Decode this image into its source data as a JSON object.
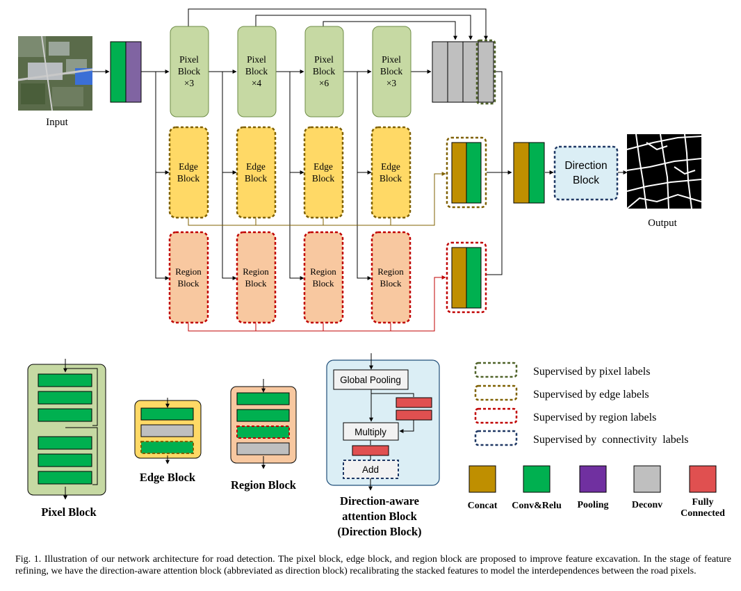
{
  "colors": {
    "pixel_block": "#c6d9a3",
    "edge_block": "#ffd966",
    "region_block": "#f8c8a0",
    "direction_block": "#dbeef5",
    "concat": "#bf8f00",
    "conv_relu": "#00b050",
    "pooling": "#7030a0",
    "deconv": "#bfbfbf",
    "fully_connected": "#e05050",
    "pixel_border": "#4f6228",
    "edge_border": "#7f6000",
    "region_border": "#c00000",
    "direction_border": "#1f3864"
  },
  "input": {
    "label": "Input"
  },
  "output": {
    "label": "Output"
  },
  "main_pixel_blocks": [
    {
      "name": "Pixel",
      "line2": "Block",
      "mult": "×3"
    },
    {
      "name": "Pixel",
      "line2": "Block",
      "mult": "×4"
    },
    {
      "name": "Pixel",
      "line2": "Block",
      "mult": "×6"
    },
    {
      "name": "Pixel",
      "line2": "Block",
      "mult": "×3"
    }
  ],
  "main_edge_blocks": [
    {
      "name": "Edge",
      "line2": "Block"
    },
    {
      "name": "Edge",
      "line2": "Block"
    },
    {
      "name": "Edge",
      "line2": "Block"
    },
    {
      "name": "Edge",
      "line2": "Block"
    }
  ],
  "main_region_blocks": [
    {
      "name": "Region",
      "line2": "Block"
    },
    {
      "name": "Region",
      "line2": "Block"
    },
    {
      "name": "Region",
      "line2": "Block"
    },
    {
      "name": "Region",
      "line2": "Block"
    }
  ],
  "direction_block_main": {
    "line1": "Direction",
    "line2": "Block"
  },
  "detail": {
    "pixel_block_title": "Pixel Block",
    "edge_block_title": "Edge Block",
    "region_block_title": "Region Block",
    "direction_title_line1": "Direction-aware",
    "direction_title_line2": "attention Block",
    "direction_title_line3": "(Direction Block)",
    "global_pooling": "Global Pooling",
    "multiply": "Multiply",
    "add": "Add"
  },
  "legend_supervision": [
    {
      "label": "Supervised by pixel labels"
    },
    {
      "label": "Supervised by edge labels"
    },
    {
      "label": "Supervised by region labels"
    },
    {
      "label": "Supervised by  connectivity  labels"
    }
  ],
  "legend_colors": [
    {
      "label": "Concat"
    },
    {
      "label": "Conv&Relu"
    },
    {
      "label": "Pooling"
    },
    {
      "label": "Deconv"
    },
    {
      "label_line1": "Fully",
      "label_line2": "Connected"
    }
  ],
  "caption": "Fig. 1.   Illustration of our network architecture for road detection. The pixel block, edge block, and region block are proposed to improve feature excavation. In the stage of feature refining, we have the direction-aware attention block (abbreviated as direction block) recalibrating the stacked features to model the interdependences between the road pixels."
}
